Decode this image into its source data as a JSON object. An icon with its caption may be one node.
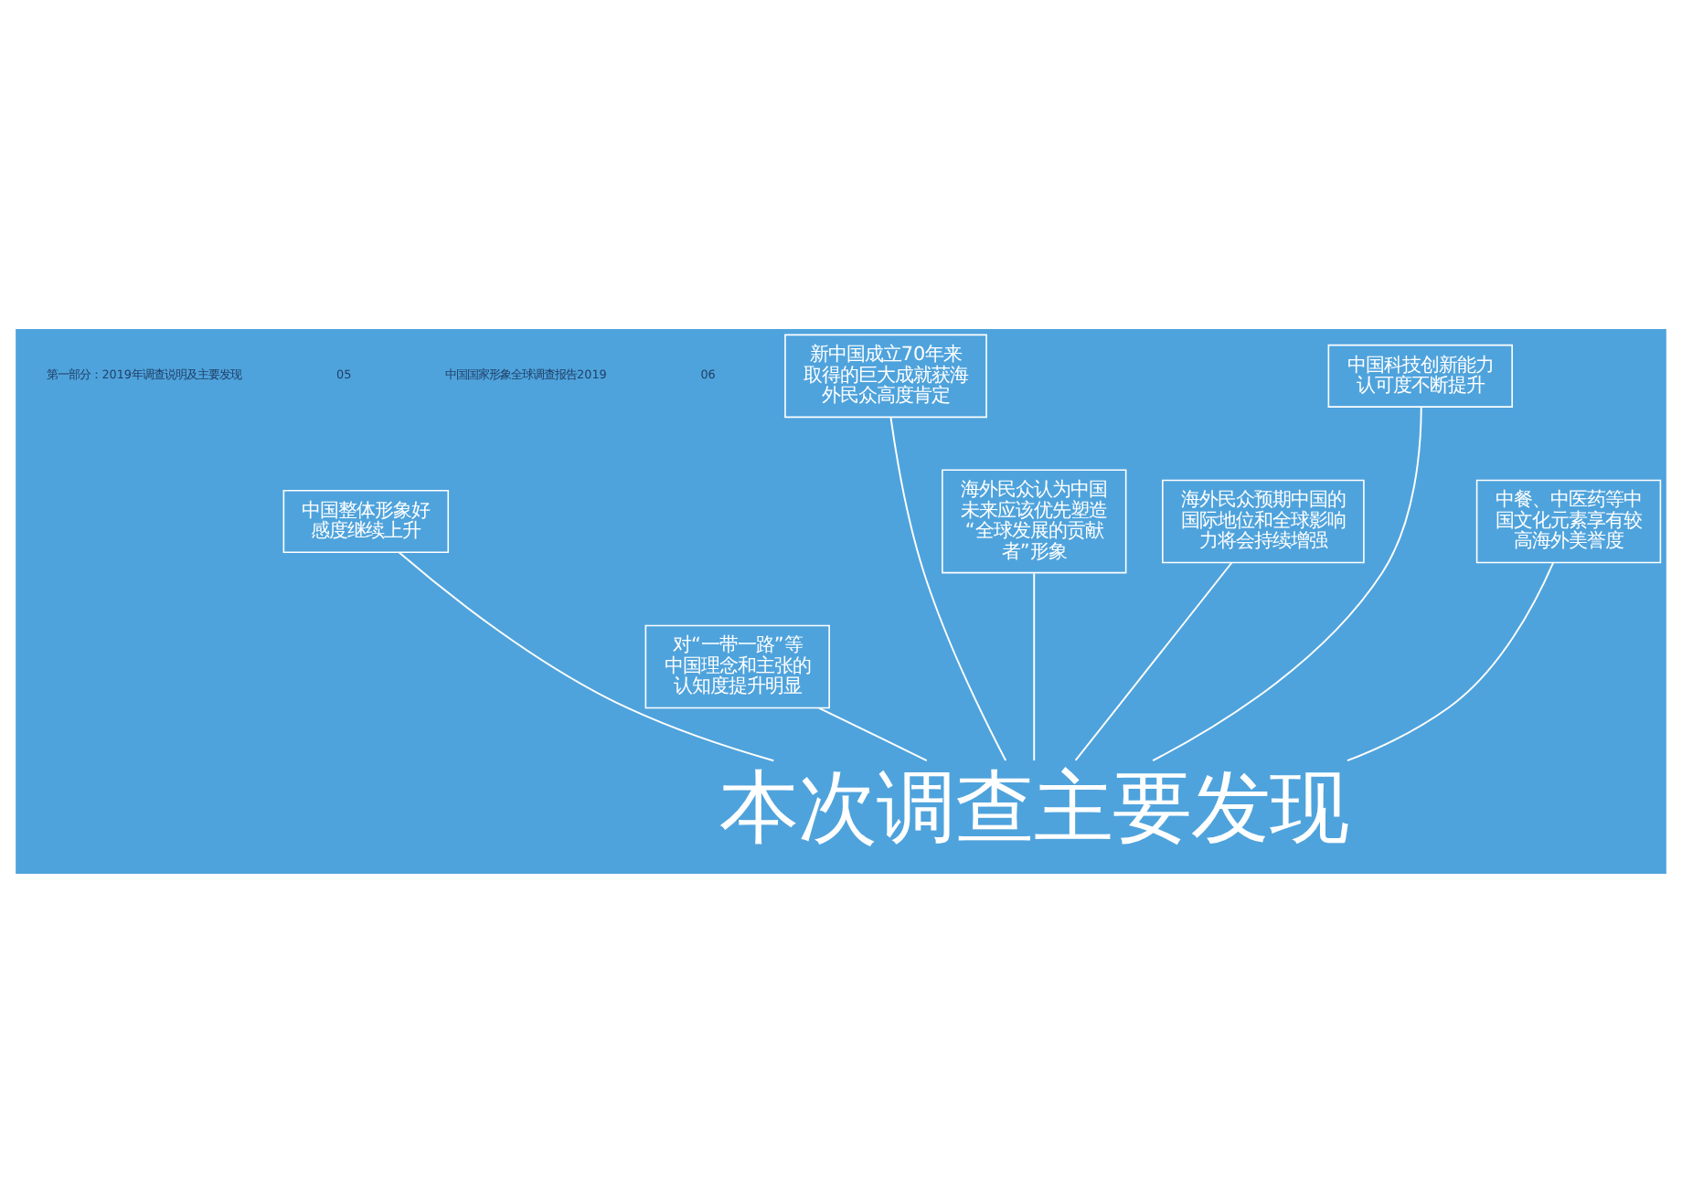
{
  "diagram": {
    "nodes": [
      {
        "text": [
          "中国整体形象好感度继续上升"
        ]
      },
      {
        "text": [
          "对“一带一路”等中国理念和主张的认知度提升明显"
        ]
      },
      {
        "text": [
          "新中国成立70年来取得的巨大成就获海外民众高度肯定"
        ]
      },
      {
        "text": [
          "海外民众认为中国未来应该优先塑造“全球发展的贡献者”形象"
        ]
      },
      {
        "text": [
          "海外民众预期中国的国际地位和全球影响力将会持续增强"
        ]
      },
      {
        "text": [
          "中国科技创新能力认可度不断提升"
        ]
      },
      {
        "text": [
          "中餐、中医药等中国文化元素享有较高海外美誉度"
        ]
      },
      {
        "text": [
          "本次调查主要发现"
        ]
      }
    ],
    "edges": [
      {
        "from": 0,
        "to": 7,
        "arrow": "none"
      },
      {
        "from": 1,
        "to": 7,
        "arrow": "none"
      },
      {
        "from": 2,
        "to": 7,
        "arrow": "none"
      },
      {
        "from": 3,
        "to": 7,
        "arrow": "none"
      },
      {
        "from": 4,
        "to": 7,
        "arrow": "none"
      },
      {
        "from": 5,
        "to": 7,
        "arrow": "none"
      },
      {
        "from": 6,
        "to": 7,
        "arrow": "none"
      }
    ],
    "labels": [
      "第一部分：2019年调查说明及主要发现",
      "05",
      "中国国家形象全球调查报告2019",
      "06"
    ]
  }
}
